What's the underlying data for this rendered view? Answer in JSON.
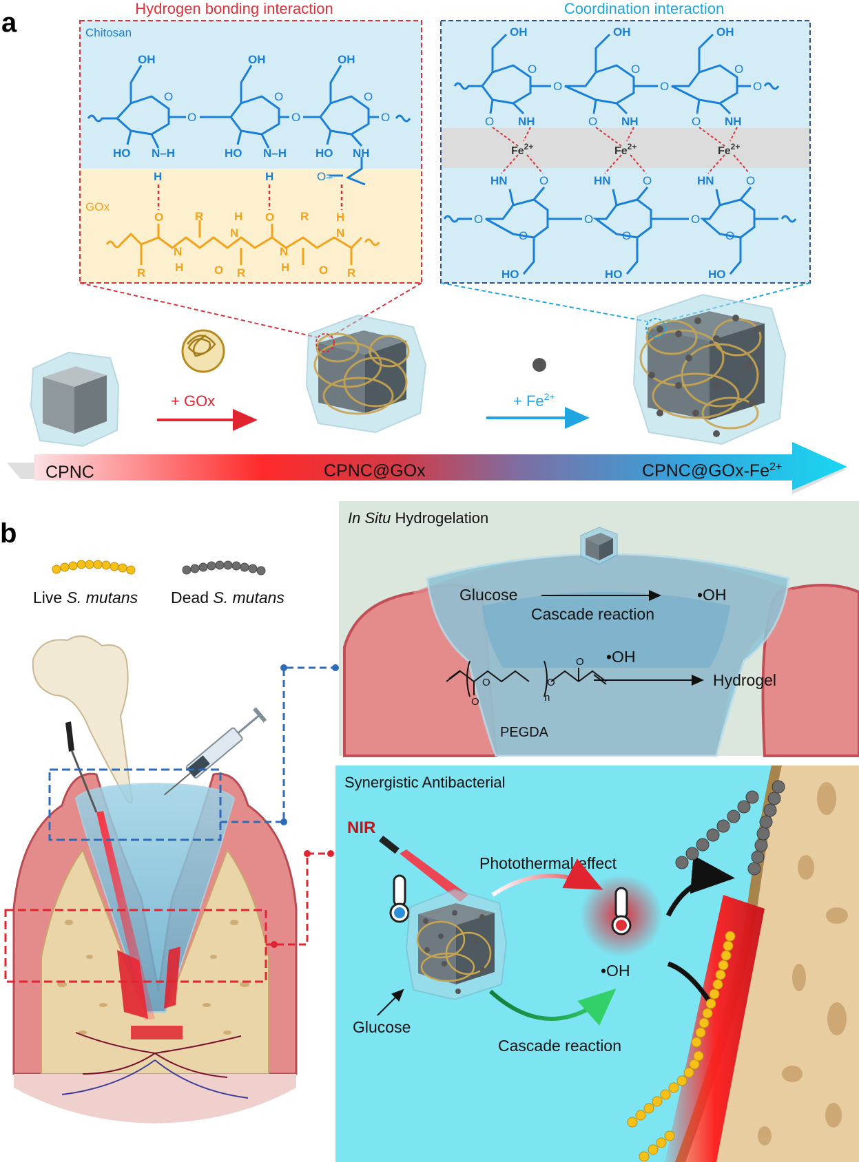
{
  "panel_a": {
    "letter": "a",
    "hbond_box": {
      "title": "Hydrogen bonding interaction",
      "top_label": "Chitosan",
      "bottom_label": "GOx",
      "groups": {
        "oh": "OH",
        "ho": "HO",
        "o": "O",
        "nh_h": "N–H",
        "h": "H",
        "nh": "NH",
        "n": "N",
        "r": "R",
        "o_eq": "O="
      }
    },
    "coord_box": {
      "title": "Coordination interaction",
      "groups": {
        "oh": "OH",
        "ho": "HO",
        "o": "O",
        "nh": "NH",
        "hn": "HN"
      },
      "ion": "Fe",
      "ion_charge": "2+"
    },
    "steps": {
      "add_gox": "+ GOx",
      "add_fe": "+ Fe",
      "add_fe_charge": "2+"
    },
    "stages": {
      "s1": "CPNC",
      "s2": "CPNC@GOx",
      "s3": "CPNC@GOx-Fe",
      "s3_charge": "2+"
    }
  },
  "panel_b": {
    "letter": "b",
    "legend": {
      "live_prefix": "Live ",
      "live_species": "S. mutans",
      "dead_prefix": "Dead ",
      "dead_species": "S. mutans"
    },
    "hydrogelation": {
      "title_italic": "In Situ",
      "title_rest": " Hydrogelation",
      "glucose": "Glucose",
      "product": "•OH",
      "arrow_label": "Cascade reaction",
      "oh_radical": "•OH",
      "hydrogel": "Hydrogel",
      "pegda": "PEGDA",
      "sub_n": "n",
      "o_atom": "O"
    },
    "antibacterial": {
      "title": "Synergistic Antibacterial",
      "nir": "NIR",
      "photothermal": "Photothermal effect",
      "oh_radical": "•OH",
      "glucose": "Glucose",
      "cascade": "Cascade reaction"
    }
  },
  "colors": {
    "red_dash": "#d6323c",
    "blue_dash": "#2f4e8c",
    "chitosan_blue": "#1a7fd6",
    "gox_orange": "#f3a21b",
    "light_blue_panel": "#d3ecf6",
    "light_orange_panel": "#fdf0cf",
    "cyan_panel": "#7de4f2",
    "gel_panel": "#dbe6dc"
  }
}
